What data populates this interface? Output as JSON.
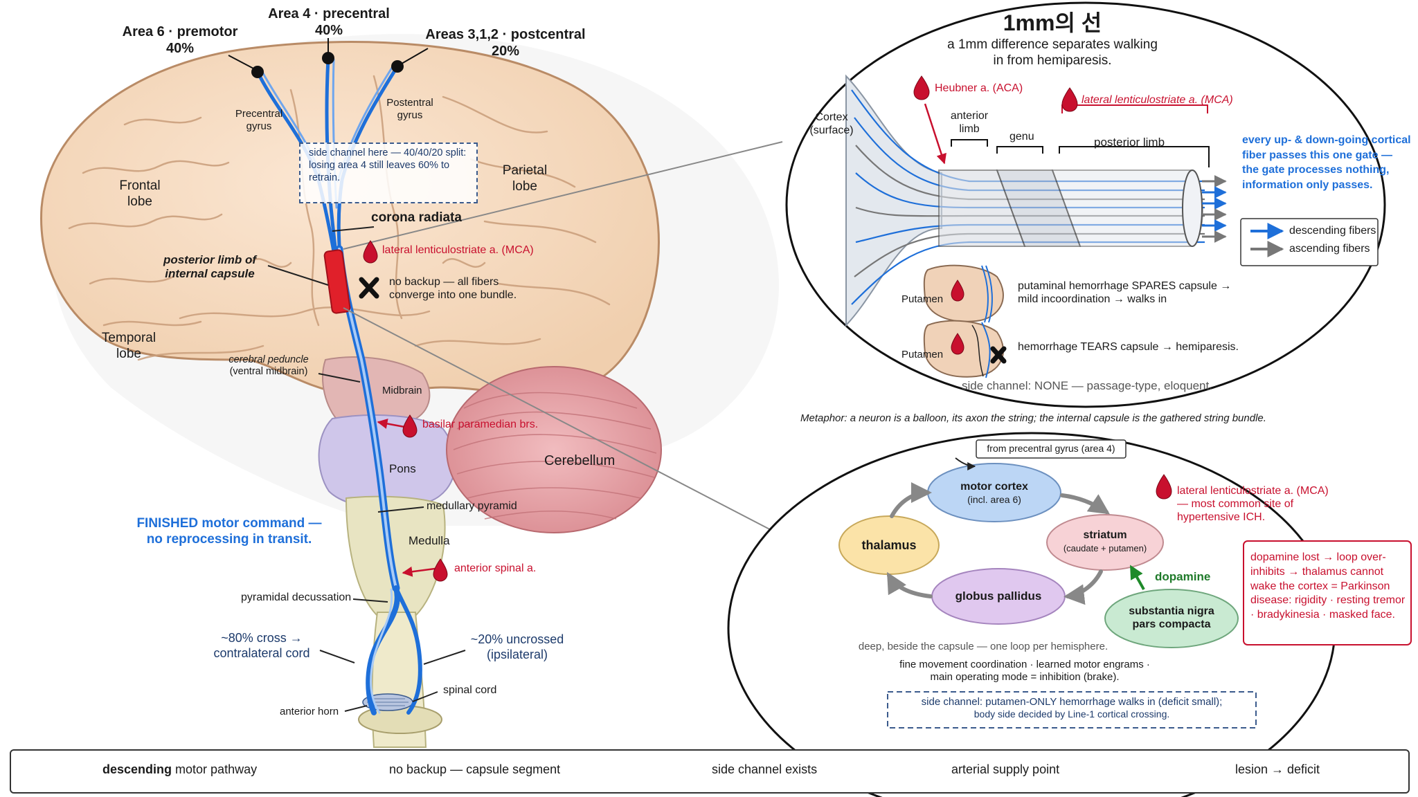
{
  "cortex_areas": {
    "area6_name": "Area 6 · premotor",
    "area6_pct": "40%",
    "area4_name": "Area 4 · precentral",
    "area4_pct": "40%",
    "area312_name": "Areas 3,1,2 · postcentral",
    "area312_pct": "20%"
  },
  "brain_labels": {
    "precentral": "Precentral gyrus",
    "postcentral": "Postentral gyrus",
    "frontal": "Frontal lobe",
    "parietal": "Parietal lobe",
    "temporal": "Temporal lobe",
    "corona_radiata": "corona radiata",
    "posterior_limb": "posterior limb of internal capsule",
    "cerebral_peduncle": "cerebral peduncle",
    "cerebral_peduncle_sub": "(ventral midbrain)",
    "midbrain": "Midbrain",
    "pons": "Pons",
    "cerebellum": "Cerebellum",
    "medullary_pyramid": "medullary pyramid",
    "medulla": "Medulla",
    "pyramidal_decussation": "pyramidal decussation",
    "cross80": "~80% cross →",
    "cross80_sub": "contralateral cord",
    "uncrossed20": "~20% uncrossed",
    "uncrossed20_sub": "(ipsilateral)",
    "spinal_cord": "spinal cord",
    "anterior_horn": "anterior horn"
  },
  "side_channel_note": "side channel here — 40/40/20 split: losing area 4 still leaves 60% to retrain.",
  "no_backup_note": "no backup — all fibers converge into one bundle.",
  "finished_command": "FINISHED motor command — no reprocessing in transit.",
  "arteries": {
    "lenticulostriate": "lateral lenticulostriate a. (MCA)",
    "basilar": "basilar paramedian brs.",
    "anterior_spinal": "anterior spinal a."
  },
  "capsule_panel": {
    "title": "1mm의 선",
    "subtitle": "a 1mm difference separates walking in from hemiparesis.",
    "cortex": "Cortex (surface)",
    "heubner": "Heubner a. (ACA)",
    "lenticulostriate": "lateral lenticulostriate a. (MCA)",
    "anterior_limb": "anterior limb",
    "genu": "genu",
    "posterior_limb": "posterior limb",
    "gate_note": "every up- & down-going cortical fiber passes this one gate — the gate processes nothing, information only passes.",
    "legend_desc": "descending fibers",
    "legend_asc": "ascending fibers",
    "putamen1": "Putamen",
    "spares_note": "putaminal hemorrhage SPARES capsule → mild incoordination → walks in",
    "putamen2": "Putamen",
    "tears_note": "hemorrhage TEARS capsule → hemiparesis.",
    "side_channel": "side channel: NONE — passage-type, eloquent."
  },
  "metaphor": "Metaphor: a neuron is a balloon, its axon the string; the internal capsule is the gathered string bundle.",
  "loop_panel": {
    "from_label": "from precentral gyrus (area 4)",
    "motor_cortex": "motor cortex",
    "motor_cortex_sub": "(incl. area 6)",
    "striatum": "striatum",
    "striatum_sub": "(caudate + putamen)",
    "globus_pallidus": "globus pallidus",
    "thalamus": "thalamus",
    "substantia_nigra": "substantia nigra",
    "substantia_nigra_sub": "pars compacta",
    "dopamine": "dopamine",
    "lenticulostriate": "lateral lenticulostriate a. (MCA)",
    "lenticulostriate_sub": "— most common site of hypertensive ICH.",
    "parkinson_note": "dopamine lost → loop over-inhibits → thalamus cannot wake the cortex = Parkinson disease: rigidity · resting tremor · bradykinesia · masked face.",
    "deep_note": "deep, beside the capsule — one loop per hemisphere.",
    "function_note1": "fine movement coordination · learned motor engrams ·",
    "function_note2": "main operating mode = inhibition (brake).",
    "side_channel": "side channel: putamen-ONLY hemorrhage walks in (deficit small);",
    "side_channel2": "body side decided by Line-1 cortical crossing."
  },
  "legend": {
    "descending": "descending motor pathway",
    "descending_bold": "descending",
    "descending_rest": " motor pathway",
    "no_backup": "no backup — capsule segment",
    "side_channel": "side channel exists",
    "arterial": "arterial supply point",
    "lesion": "lesion → deficit"
  },
  "colors": {
    "pathway_blue": "#1e6fd9",
    "capsule_red": "#e0202a",
    "artery_red": "#c8102e",
    "brain_peach": "#f6d9bf",
    "cerebellum_pink": "#e8a4a8",
    "pons_lavender": "#c9c2e6",
    "medulla_cream": "#e8e4c2"
  }
}
